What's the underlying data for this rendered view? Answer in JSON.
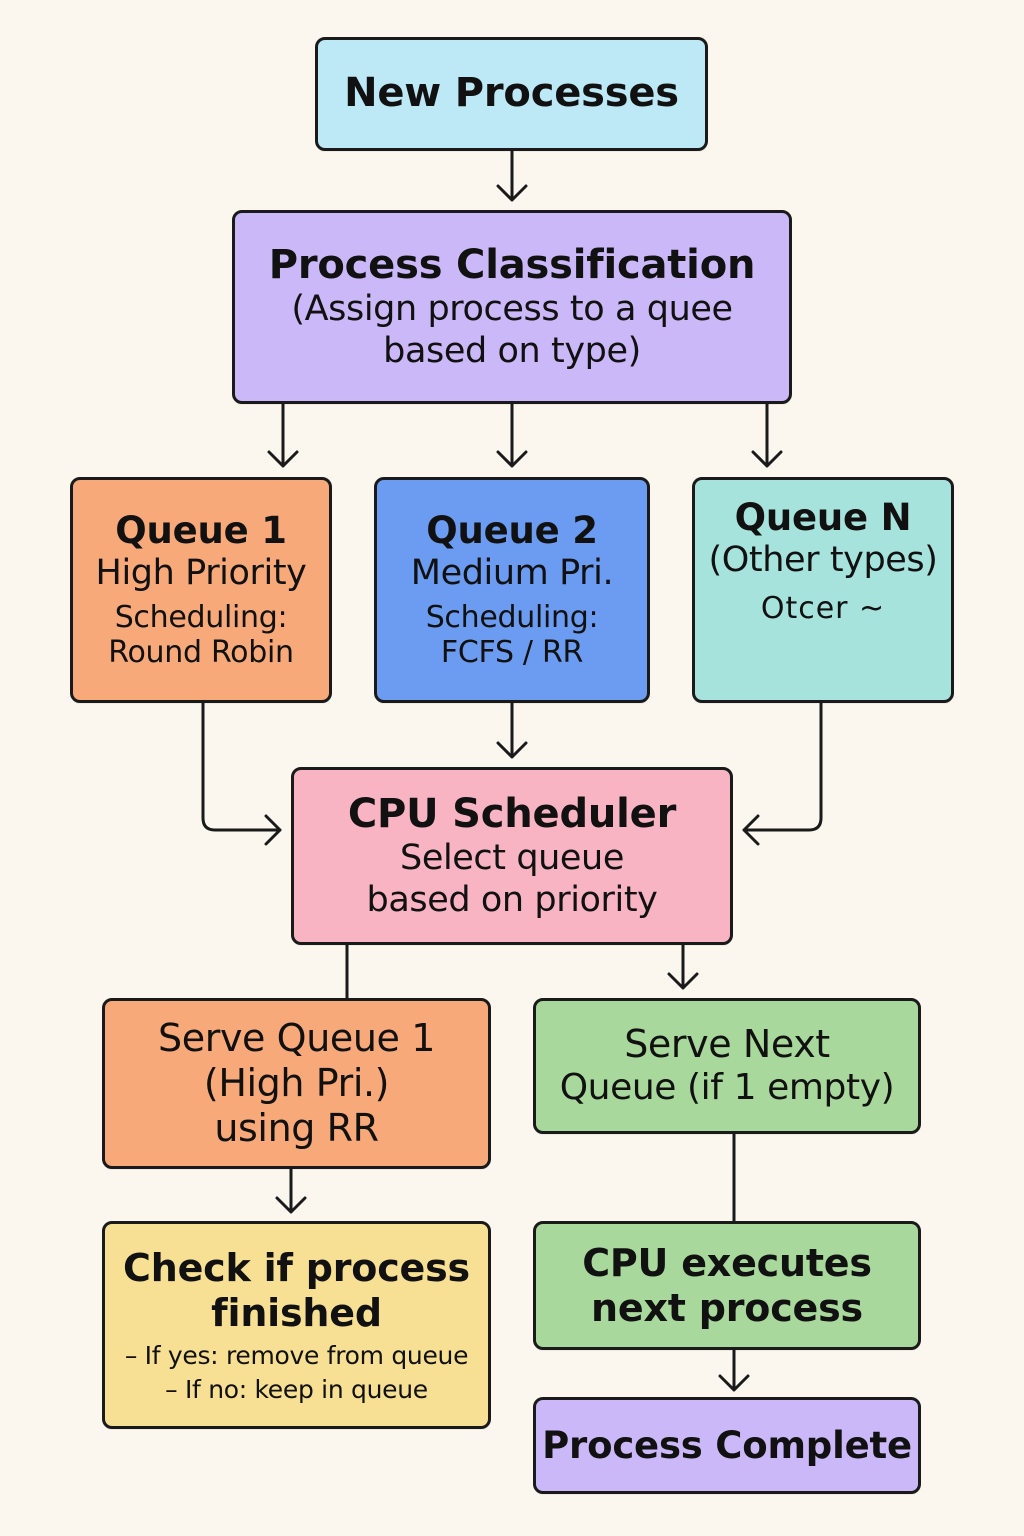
{
  "colors": {
    "background": "#fbf6ee",
    "stroke": "#1a1a1a",
    "new_processes": "#bde8f6",
    "classification": "#cbb8f9",
    "queue_high": "#f8a97a",
    "queue_medium": "#6b9cf2",
    "queue_other": "#a6e3dc",
    "cpu_scheduler": "#f8b4c2",
    "serve_queue_1": "#f8a97a",
    "serve_next": "#a8d89b",
    "check_finished": "#f7df93",
    "cpu_executes": "#a8d89b",
    "process_complete": "#cbb8f9"
  },
  "nodes": {
    "new_processes": {
      "title": "New Processes"
    },
    "classification": {
      "title": "Process Classification",
      "line2": "(Assign process to a quee",
      "line3": "based on type)"
    },
    "queue_1": {
      "title": "Queue 1",
      "line2": "High Priority",
      "line3": "Scheduling:",
      "line4": "Round Robin"
    },
    "queue_2": {
      "title": "Queue 2",
      "line2": "Medium Pri.",
      "line3": "Scheduling:",
      "line4": "FCFS / RR"
    },
    "queue_n": {
      "title": "Queue N",
      "line2": "(Other types)",
      "line3": "Otcer ~"
    },
    "cpu_scheduler": {
      "title": "CPU Scheduler",
      "line2": "Select queue",
      "line3": "based on priority"
    },
    "serve_queue_1": {
      "line1": "Serve Queue 1",
      "line2": "(High Pri.)",
      "line3": "using RR"
    },
    "serve_next": {
      "line1": "Serve Next",
      "line2": "Queue (if 1 empty)"
    },
    "check_finished": {
      "line1": "Check if process",
      "line2": "finished",
      "bullet1": "– If yes: remove from queue",
      "bullet2": "– If no: keep in queue"
    },
    "cpu_executes": {
      "line1": "CPU executes",
      "line2": "next process"
    },
    "process_complete": {
      "title": "Process Complete"
    }
  }
}
